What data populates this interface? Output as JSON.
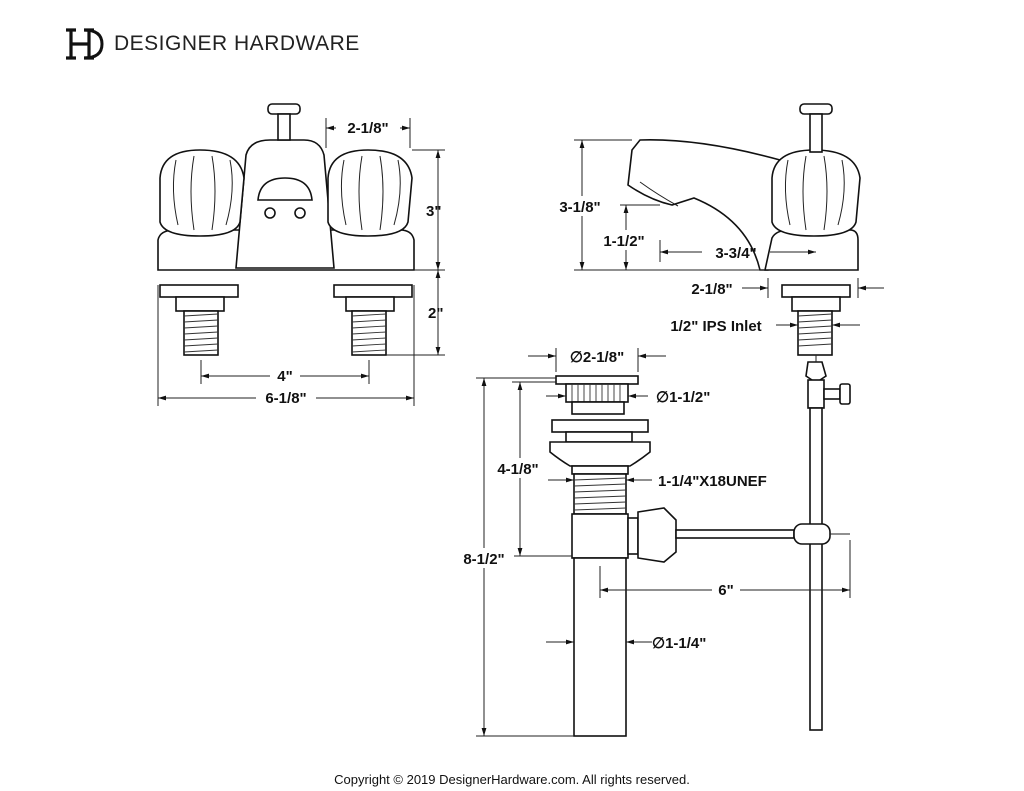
{
  "header": {
    "brand": "DESIGNER HARDWARE"
  },
  "footer": {
    "copyright": "Copyright © 2019 DesignerHardware.com. All rights reserved."
  },
  "dimensions": {
    "handle_width": "2-1/8\"",
    "body_height": "3\"",
    "shank_length": "2\"",
    "center_spread": "4\"",
    "overall_width": "6-1/8\"",
    "side_height": "3-1/8\"",
    "spout_clearance": "1-1/2\"",
    "spout_reach": "3-3/4\"",
    "side_base": "2-1/8\"",
    "inlet": "1/2\" IPS Inlet",
    "drain_flange": "∅2-1/8\"",
    "drain_top": "∅1-1/2\"",
    "drain_body": "4-1/8\"",
    "drain_thread": "1-1/4\"X18UNEF",
    "drain_total": "8-1/2\"",
    "pivot_rod": "6\"",
    "tailpiece": "∅1-1/4\""
  }
}
